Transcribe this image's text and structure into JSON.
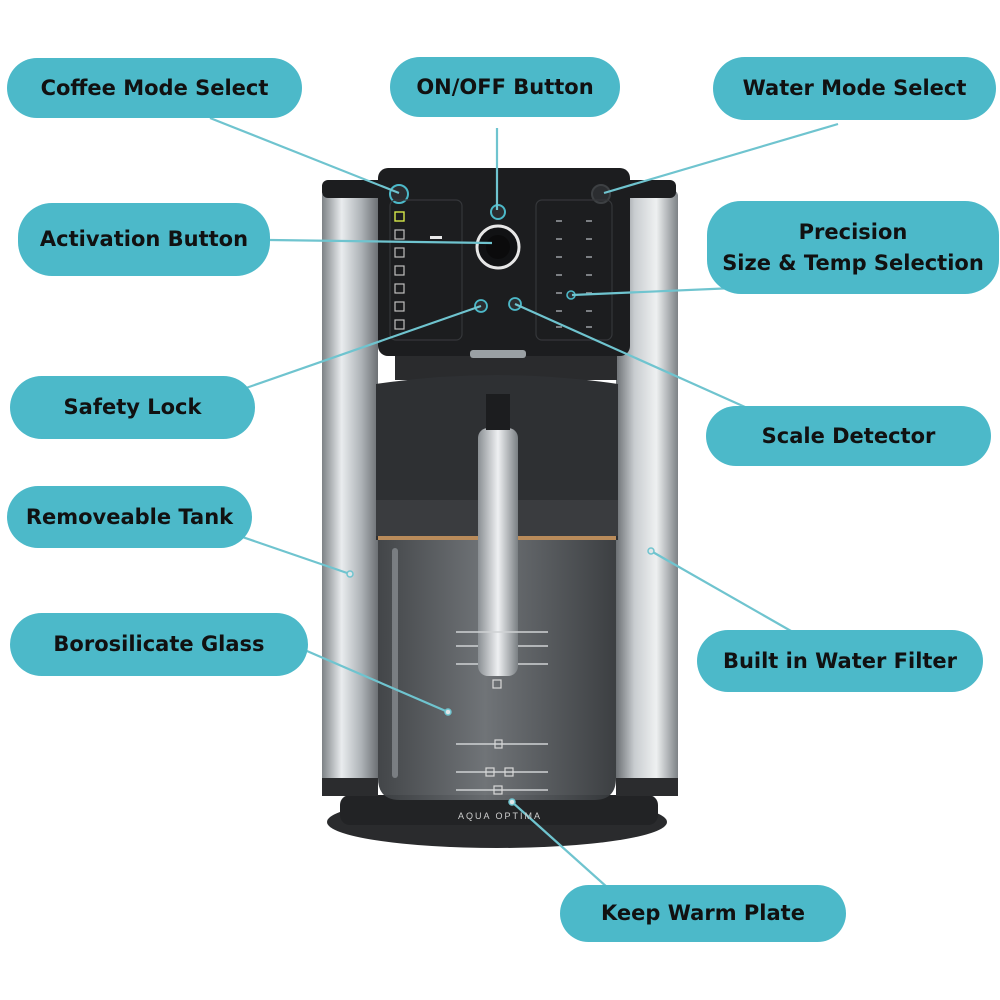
{
  "product": {
    "brand_text": "AQUA OPTIMA"
  },
  "colors": {
    "callout_bg": "#4cb9c9",
    "leader_line": "#6fc4cf",
    "steel": "#b9bec2",
    "panel": "#1c1d1f",
    "glass": "#4a4e52"
  },
  "labels": {
    "coffee_mode_select": "Coffee Mode Select",
    "on_off_button": "ON/OFF Button",
    "water_mode_select": "Water Mode Select",
    "activation_button": "Activation Button",
    "precision_line1": "Precision",
    "precision_line2": "Size & Temp Selection",
    "safety_lock": "Safety Lock",
    "scale_detector": "Scale Detector",
    "removeable_tank": "Removeable Tank",
    "borosilicate_glass": "Borosilicate Glass",
    "built_in_water_filter": "Built in Water Filter",
    "keep_warm_plate": "Keep Warm Plate"
  }
}
